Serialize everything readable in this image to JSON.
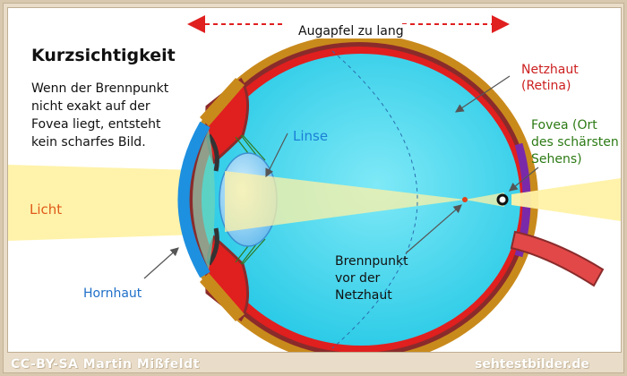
{
  "title": "Kurzsichtigkeit",
  "description": "Wenn der Brennpunkt\nnicht exakt auf der\nFovea liegt, entsteht\nkein scharfes Bild.",
  "axis_label": "Augapfel zu lang",
  "labels": {
    "light": "Licht",
    "cornea": "Hornhaut",
    "lens": "Linse",
    "retina": "Netzhaut\n(Retina)",
    "fovea": "Fovea (Ort\ndes schärsten\nSehens)",
    "focal_point": "Brennpunkt\nvor der\nNetzhaut"
  },
  "footer": {
    "copyright": "CC-BY-SA Martin Mißfeldt",
    "site": "sehtestbilder.de"
  },
  "colors": {
    "sclera": "#c98a1c",
    "choroid": "#8a2b2b",
    "retina": "#e01f1f",
    "fovea_layer": "#7a2aa8",
    "vitreous": "#3fd6ee",
    "cornea": "#1e90e0",
    "lens": "#8ad0f4",
    "light_beam": "#fff2a6",
    "focal_point": "#e0401a",
    "arrow": "#e01f1f"
  }
}
